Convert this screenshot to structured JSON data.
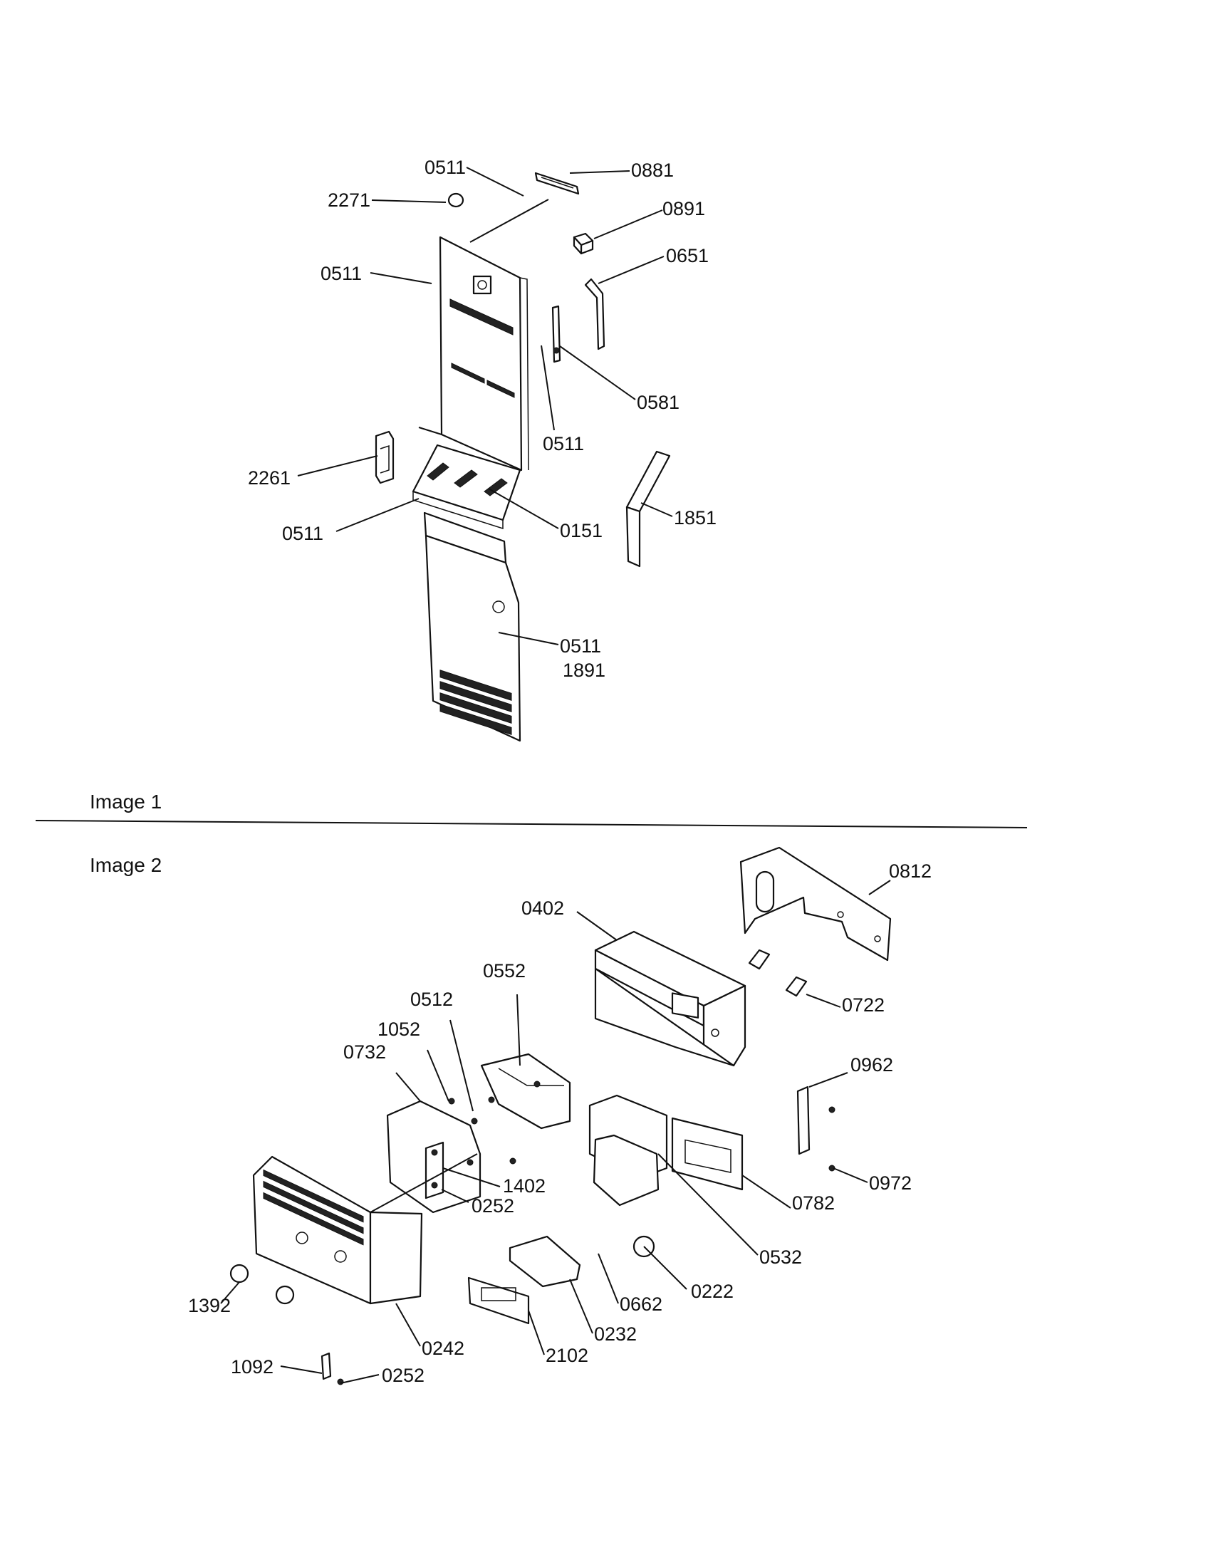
{
  "sections": {
    "image1_label": "Image 1",
    "image2_label": "Image 2"
  },
  "image1": {
    "callouts": [
      "0511",
      "0881",
      "2271",
      "0891",
      "0511",
      "0651",
      "0581",
      "0511",
      "2261",
      "0511",
      "0151",
      "1851",
      "0511",
      "1891"
    ]
  },
  "image2": {
    "callouts": [
      "0812",
      "0402",
      "0722",
      "0552",
      "0512",
      "1052",
      "0732",
      "0962",
      "1402",
      "0252",
      "0972",
      "0782",
      "0532",
      "0222",
      "0662",
      "0232",
      "2102",
      "1392",
      "0242",
      "1092",
      "0252"
    ]
  }
}
